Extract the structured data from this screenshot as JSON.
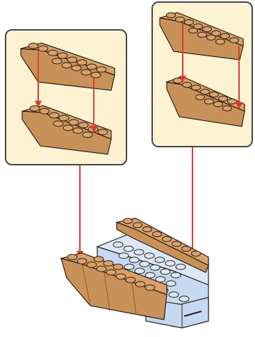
{
  "title": "",
  "colors": {
    "panel_fill": "#fdf3d3",
    "panel_border": "#444444",
    "brick_tan": "#c9915a",
    "brick_tan_top": "#d8a26a",
    "brick_tan_dark": "#8a5a2e",
    "brick_light_blue": "#c6d9f2",
    "brick_light_blue_top": "#dae7f8",
    "arrow_red": "#e03a2a",
    "outline": "#2a1d12"
  },
  "steps": [
    {
      "label": "",
      "pieces": [
        "wedge-plate-tan",
        "wedge-plate-tan"
      ]
    },
    {
      "label": "",
      "pieces": [
        "wedge-plate-tan",
        "wedge-plate-tan"
      ]
    }
  ],
  "result": {
    "pieces": [
      "wedge-plate-tan",
      "brick-light-blue"
    ]
  }
}
